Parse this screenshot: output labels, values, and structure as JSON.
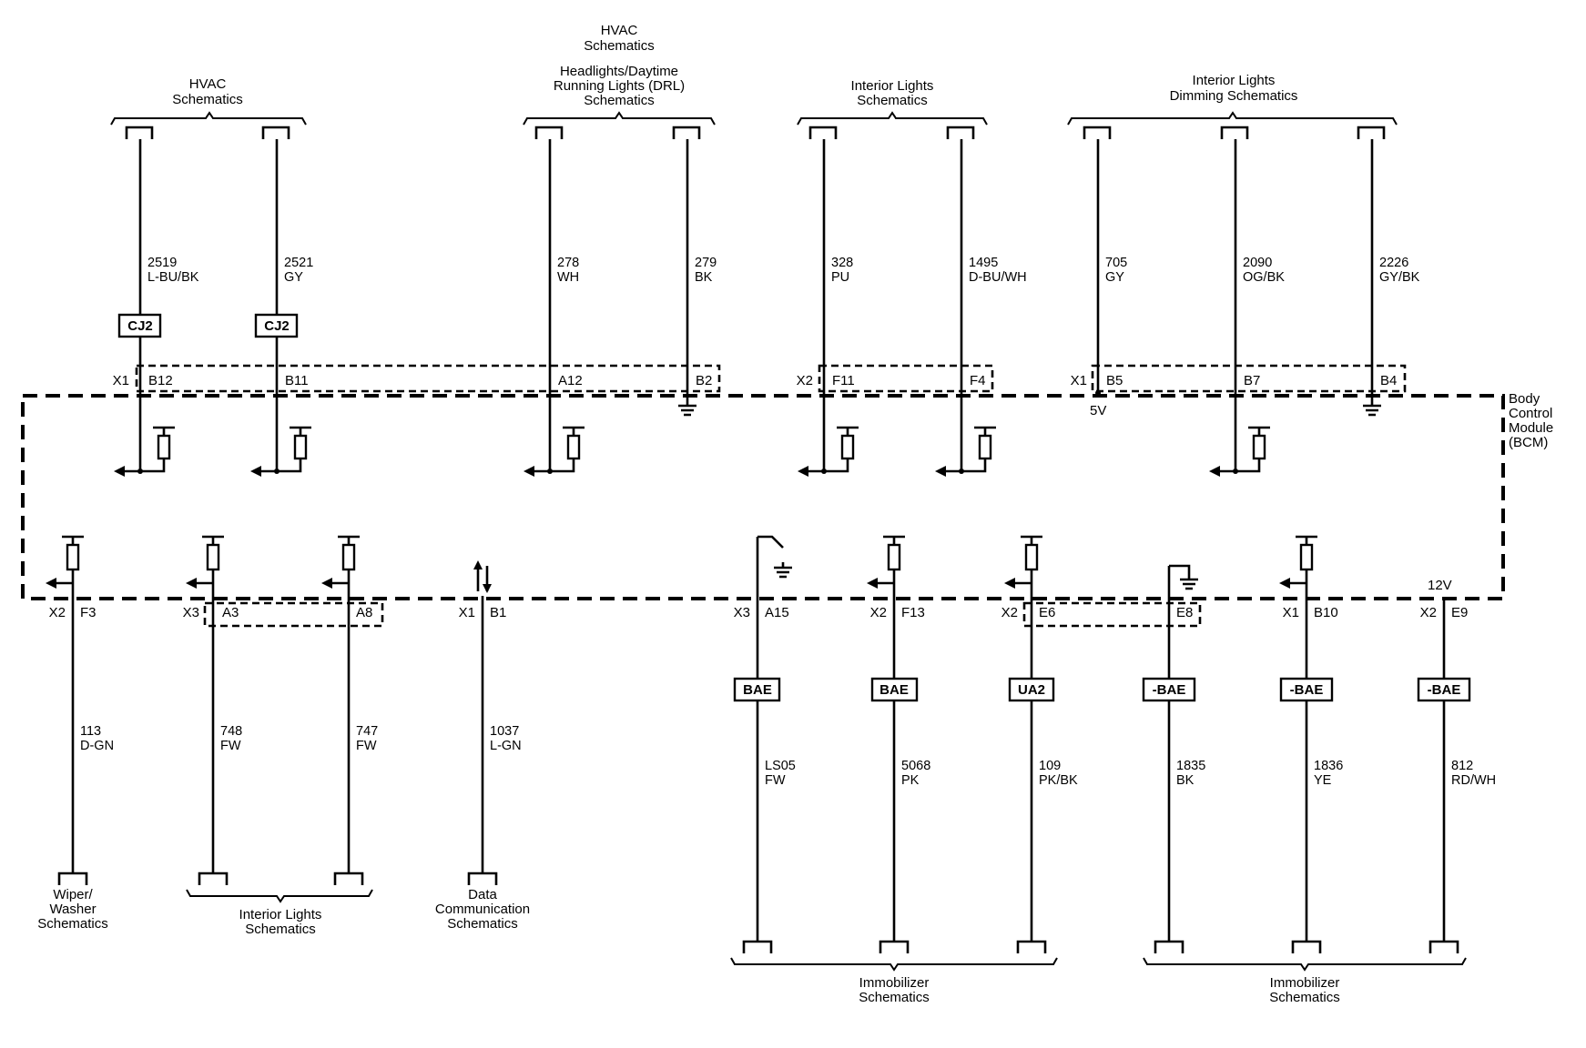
{
  "module": {
    "line1": "Body",
    "line2": "Control",
    "line3": "Module",
    "line4": "(BCM)"
  },
  "top_groups": [
    {
      "lines": [
        "HVAC",
        "Schematics"
      ]
    },
    {
      "lines": [
        "HVAC",
        "Schematics",
        "Headlights/Daytime",
        "Running Lights (DRL)",
        "Schematics"
      ]
    },
    {
      "lines": [
        "Interior Lights",
        "Schematics"
      ]
    },
    {
      "lines": [
        "Interior Lights",
        "Dimming Schematics"
      ]
    }
  ],
  "bottom_groups": [
    {
      "lines": [
        "Wiper/",
        "Washer",
        "Schematics"
      ]
    },
    {
      "lines": [
        "Interior Lights",
        "Schematics"
      ]
    },
    {
      "lines": [
        "Data",
        "Communication",
        "Schematics"
      ]
    },
    {
      "lines": [
        "Immobilizer",
        "Schematics"
      ]
    },
    {
      "lines": [
        "Immobilizer",
        "Schematics"
      ]
    }
  ],
  "top_circuits": [
    {
      "circuit": "2519",
      "color": "L-BU/BK",
      "connector": "X1",
      "pin": "B12",
      "splice": "CJ2"
    },
    {
      "circuit": "2521",
      "color": "GY",
      "connector": "",
      "pin": "B11",
      "splice": "CJ2"
    },
    {
      "circuit": "278",
      "color": "WH",
      "connector": "",
      "pin": "A12",
      "splice": ""
    },
    {
      "circuit": "279",
      "color": "BK",
      "connector": "",
      "pin": "B2",
      "splice": ""
    },
    {
      "circuit": "328",
      "color": "PU",
      "connector": "X2",
      "pin": "F11",
      "splice": ""
    },
    {
      "circuit": "1495",
      "color": "D-BU/WH",
      "connector": "",
      "pin": "F4",
      "splice": ""
    },
    {
      "circuit": "705",
      "color": "GY",
      "connector": "X1",
      "pin": "B5",
      "splice": ""
    },
    {
      "circuit": "2090",
      "color": "OG/BK",
      "connector": "",
      "pin": "B7",
      "splice": ""
    },
    {
      "circuit": "2226",
      "color": "GY/BK",
      "connector": "",
      "pin": "B4",
      "splice": ""
    }
  ],
  "bottom_circuits": [
    {
      "circuit": "113",
      "color": "D-GN",
      "connector": "X2",
      "pin": "F3",
      "splice": ""
    },
    {
      "circuit": "748",
      "color": "FW",
      "connector": "X3",
      "pin": "A3",
      "splice": ""
    },
    {
      "circuit": "747",
      "color": "FW",
      "connector": "",
      "pin": "A8",
      "splice": ""
    },
    {
      "circuit": "1037",
      "color": "L-GN",
      "connector": "X1",
      "pin": "B1",
      "splice": ""
    },
    {
      "circuit": "LS05",
      "color": "FW",
      "connector": "X3",
      "pin": "A15",
      "splice": "BAE"
    },
    {
      "circuit": "5068",
      "color": "PK",
      "connector": "X2",
      "pin": "F13",
      "splice": "BAE"
    },
    {
      "circuit": "109",
      "color": "PK/BK",
      "connector": "X2",
      "pin": "E6",
      "splice": "UA2"
    },
    {
      "circuit": "1835",
      "color": "BK",
      "connector": "",
      "pin": "E8",
      "splice": "-BAE"
    },
    {
      "circuit": "1836",
      "color": "YE",
      "connector": "X1",
      "pin": "B10",
      "splice": "-BAE"
    },
    {
      "circuit": "812",
      "color": "RD/WH",
      "connector": "X2",
      "pin": "E9",
      "splice": "-BAE"
    }
  ],
  "voltages": {
    "five": "5V",
    "twelve": "12V"
  }
}
